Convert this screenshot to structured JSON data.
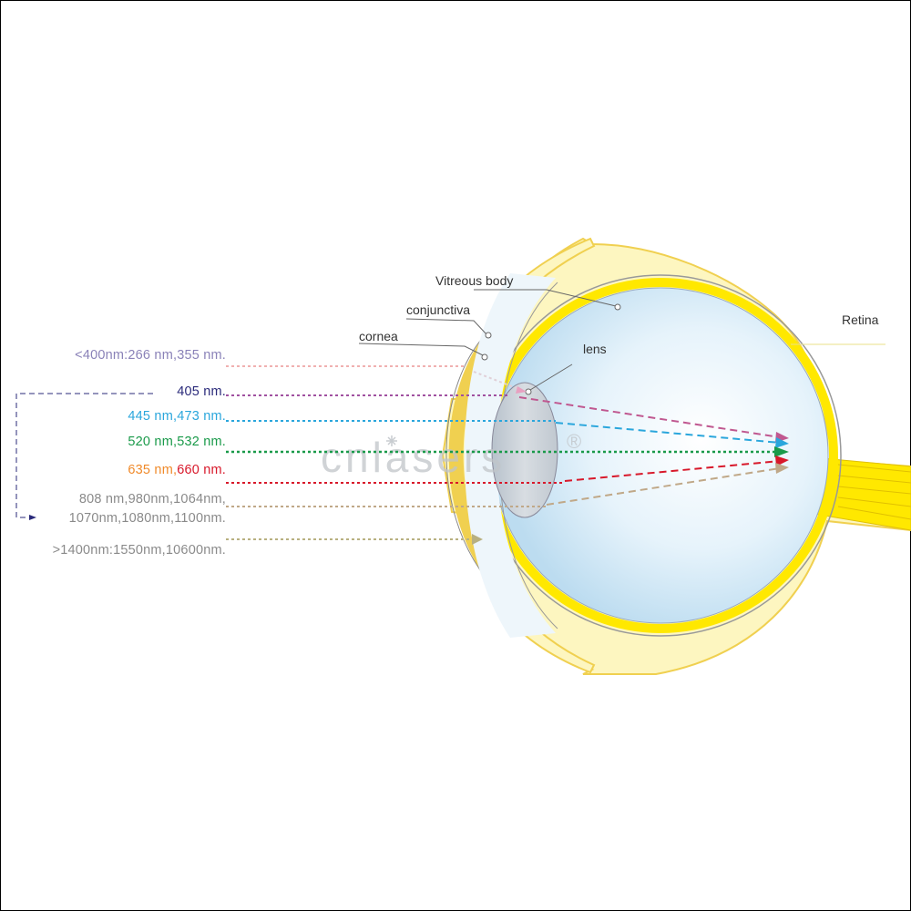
{
  "anatomy": {
    "vitreous_body": "Vitreous body",
    "conjunctiva": "conjunctiva",
    "cornea": "cornea",
    "lens": "lens",
    "retina": "Retina"
  },
  "wavelengths": {
    "uv": {
      "text": "<400nm:266 nm,355 nm.",
      "color": "#8a82b8"
    },
    "violet": {
      "text": "405 nm.",
      "color": "#2a2a7a"
    },
    "blue": {
      "text": "445 nm,473 nm.",
      "color": "#2aa6dc"
    },
    "green": {
      "text": "520 nm,532 nm.",
      "color": "#1a9a4a"
    },
    "red_a": {
      "text": "635 nm,",
      "color": "#f08a2a"
    },
    "red_b": {
      "text": "660 nm.",
      "color": "#d8182a"
    },
    "nir_1": {
      "text": "808 nm,980nm,1064nm,",
      "color": "#8a8a8a"
    },
    "nir_2": {
      "text": "1070nm,1080nm,1100nm.",
      "color": "#8a8a8a"
    },
    "fir": {
      "text": ">1400nm:1550nm,10600nm.",
      "color": "#8a8a8a"
    }
  },
  "watermark": {
    "brand": "cnlasers",
    "mark": "®"
  },
  "colors": {
    "sclera_fill": "#fdf6c0",
    "sclera_stroke": "#f0d050",
    "retina_yellow": "#ffe800",
    "vitreous": "#d6ecf8",
    "lens": "#c8d0d8"
  }
}
